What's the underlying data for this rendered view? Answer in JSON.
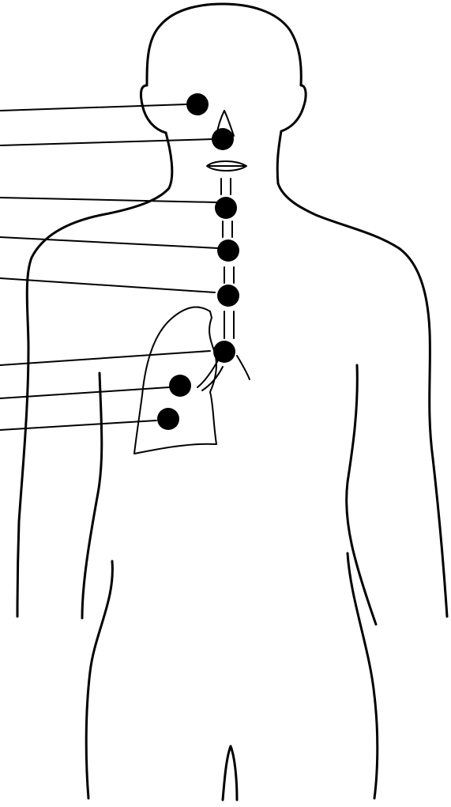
{
  "figure": {
    "subject": "human-upper-body-outline",
    "line_color": "#000000",
    "background_color": "#ffffff",
    "marker_color": "#000000",
    "label_count": 8,
    "labels_visible": false
  },
  "markers": [
    {
      "id": "marker-ear"
    },
    {
      "id": "marker-nasal-cavity"
    },
    {
      "id": "marker-pharynx"
    },
    {
      "id": "marker-larynx"
    },
    {
      "id": "marker-trachea"
    },
    {
      "id": "marker-bronchus"
    },
    {
      "id": "marker-bronchiole"
    },
    {
      "id": "marker-lung-alveoli"
    }
  ]
}
